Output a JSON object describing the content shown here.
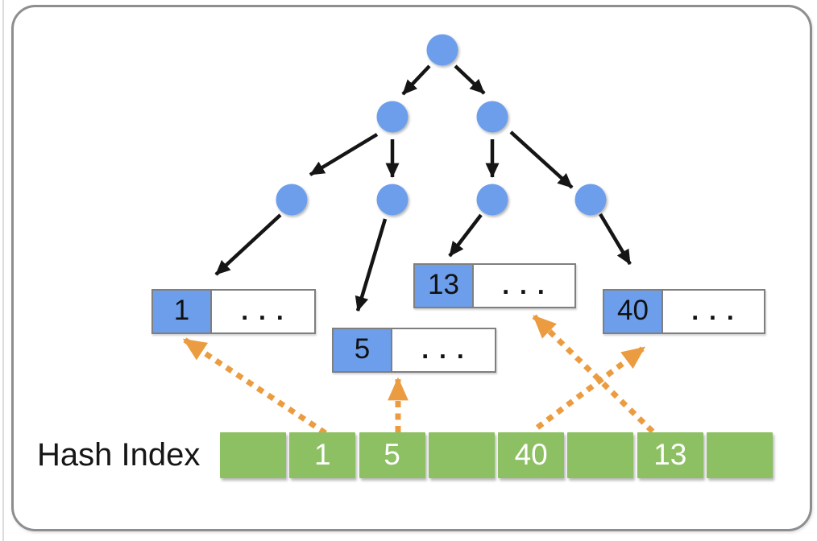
{
  "colors": {
    "node_blue": "#6d9eeb",
    "leaf_key_blue": "#6d9eeb",
    "hash_green": "#8dc063",
    "arrow_black": "#151515",
    "arrow_orange": "#ec9c40",
    "frame_border": "#8e8e8e",
    "box_border": "#7f7f7f"
  },
  "tree": {
    "type": "b-tree",
    "levels": [
      1,
      2,
      4
    ],
    "node_count": 7
  },
  "leaves": [
    {
      "key": "1",
      "more": ". . ."
    },
    {
      "key": "5",
      "more": ". . ."
    },
    {
      "key": "13",
      "more": ". . ."
    },
    {
      "key": "40",
      "more": ". . ."
    }
  ],
  "hash_index": {
    "label": "Hash Index",
    "cells": [
      "",
      "1",
      "5",
      "",
      "40",
      "",
      "13",
      ""
    ]
  }
}
